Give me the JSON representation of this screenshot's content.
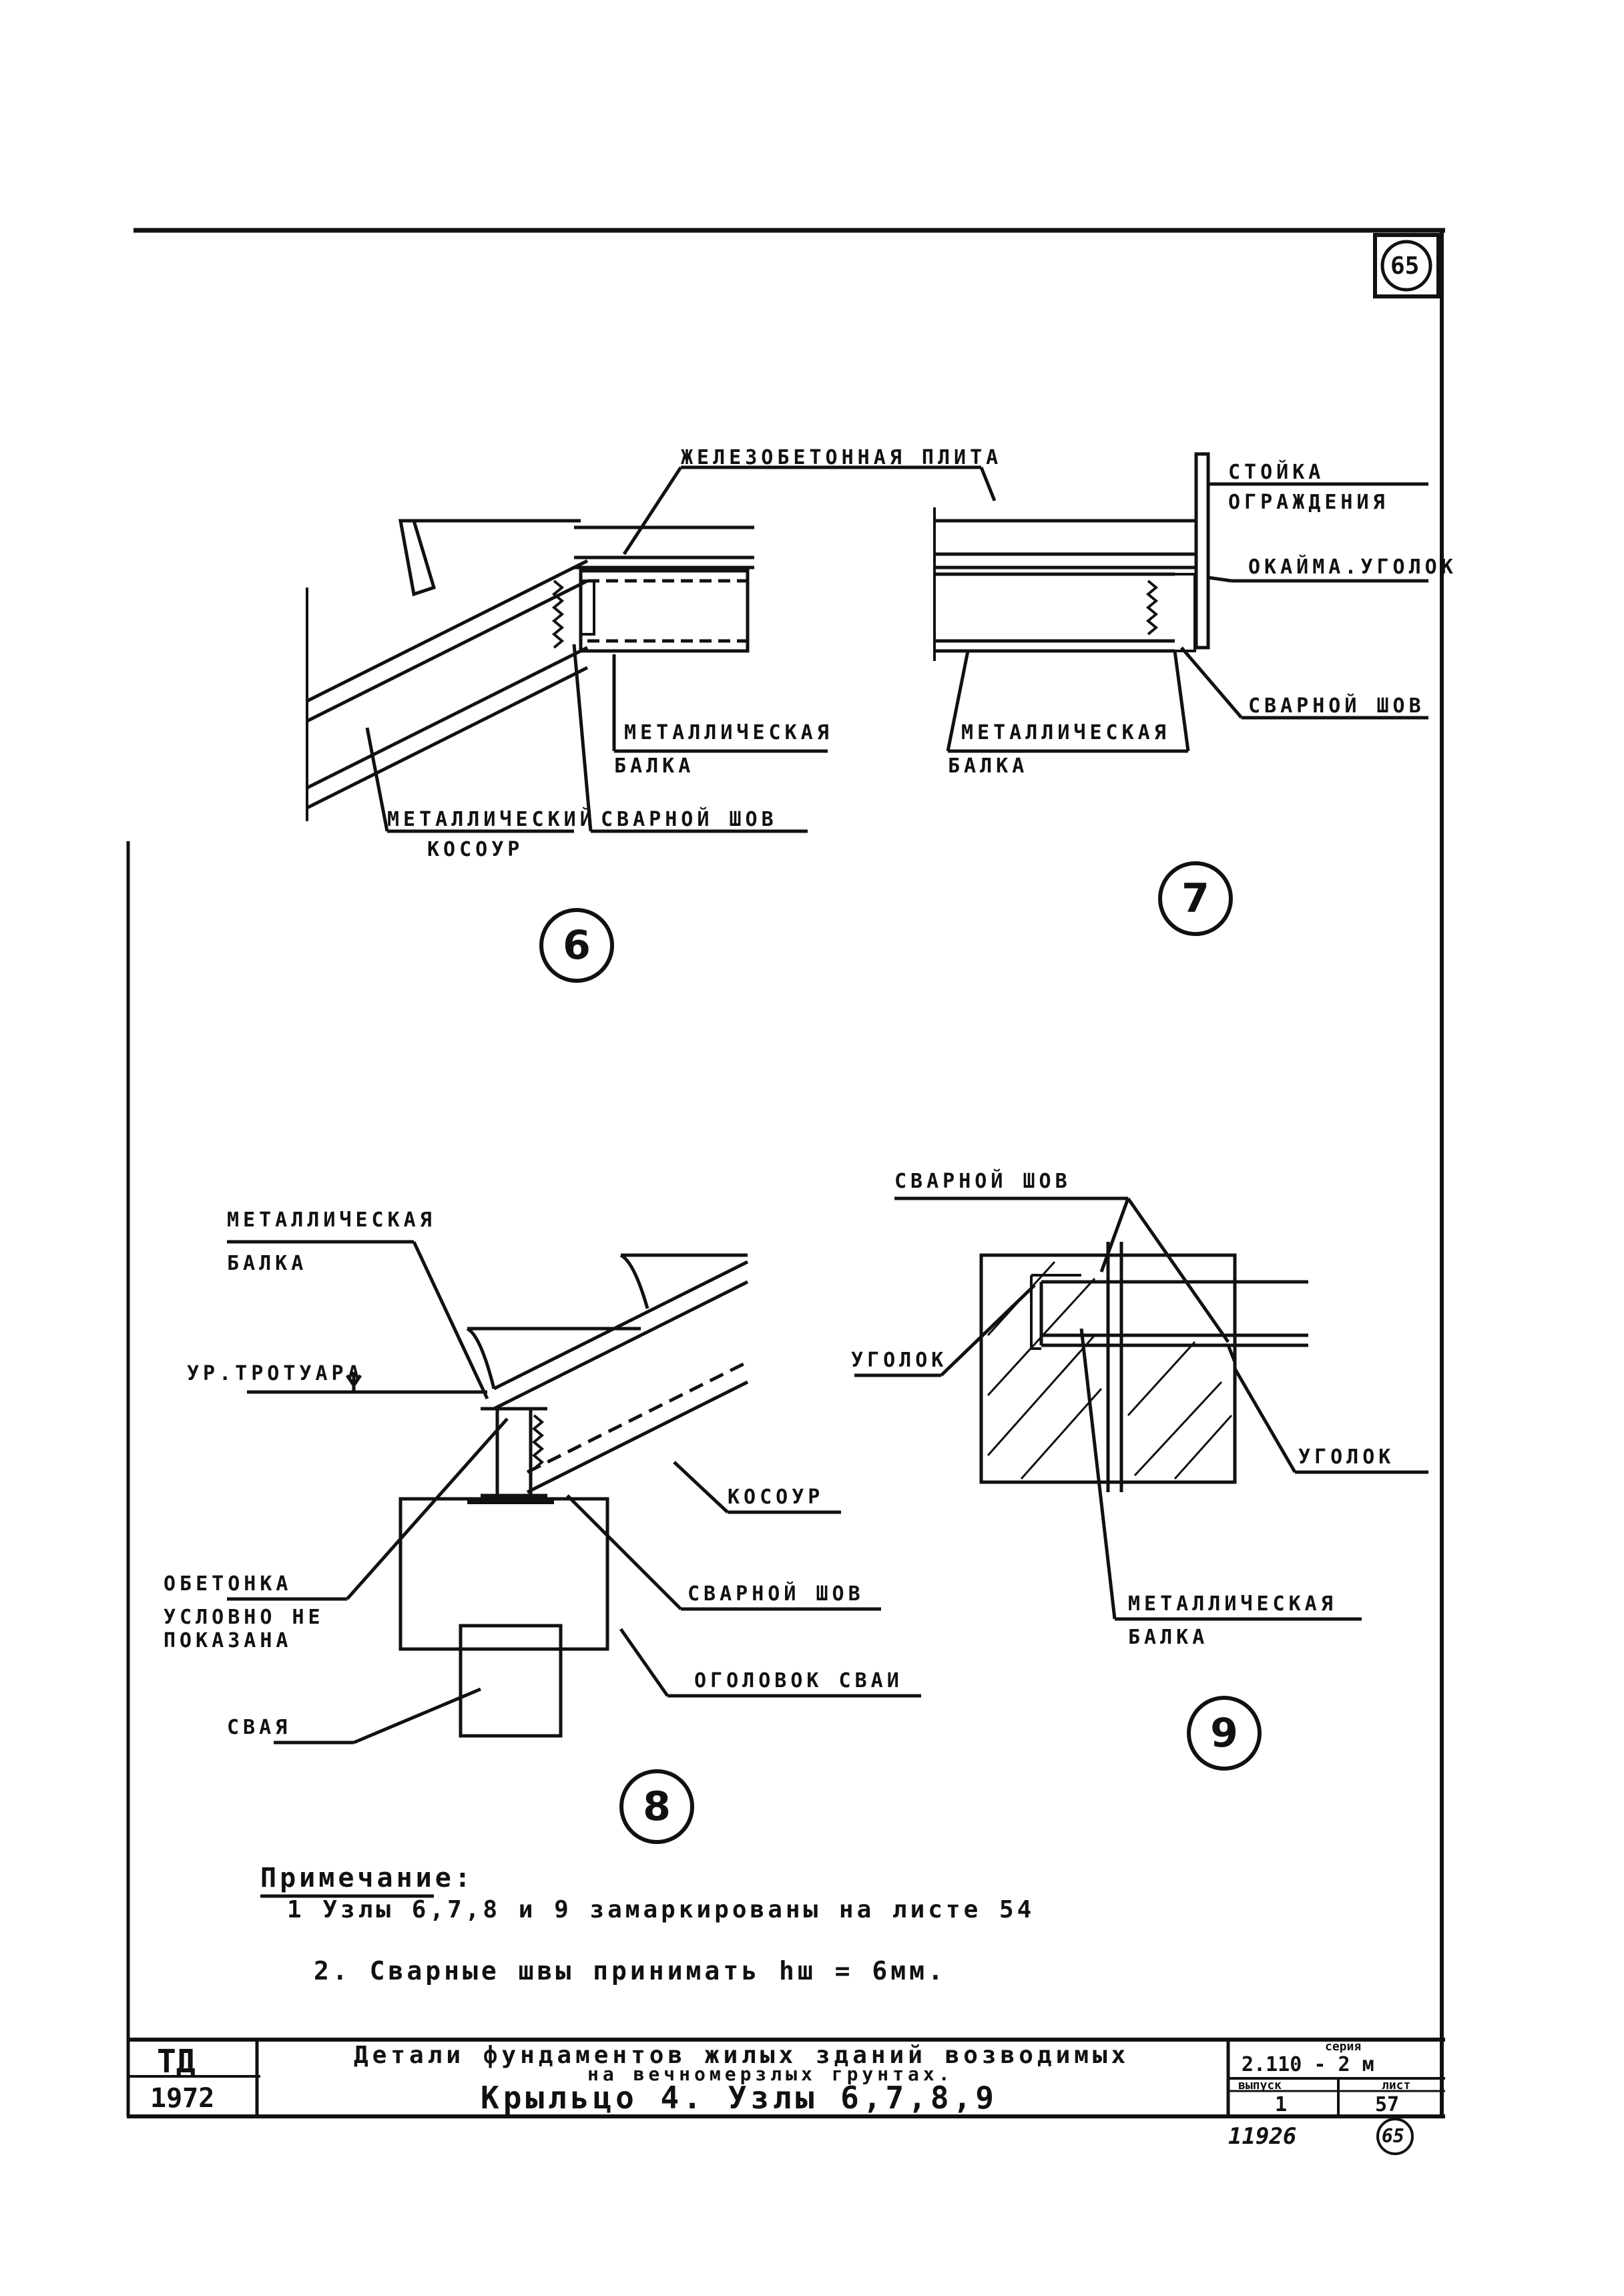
{
  "sheet_mark": "65",
  "detail6": {
    "number": "6",
    "slab_label": "ЖЕЛЕЗОБЕТОННАЯ ПЛИТА",
    "beam_label_1": "МЕТАЛЛИЧЕСКАЯ",
    "beam_label_2": "БАЛКА",
    "stringer_label_1": "МЕТАЛЛИЧЕСКИЙ",
    "stringer_label_2": "КОСОУР",
    "weld_label": "СВАРНОЙ ШОВ"
  },
  "detail7": {
    "number": "7",
    "post_label_1": "СТОЙКА",
    "post_label_2": "ОГРАЖДЕНИЯ",
    "edging_label": "ОКАЙМА.УГОЛОК",
    "weld_label": "СВАРНОЙ ШОВ",
    "beam_label_1": "МЕТАЛЛИЧЕСКАЯ",
    "beam_label_2": "БАЛКА"
  },
  "detail8": {
    "number": "8",
    "beam_label_1": "МЕТАЛЛИЧЕСКАЯ",
    "beam_label_2": "БАЛКА",
    "level_label": "УР.ТРОТУАРА",
    "stringer_label": "КОСОУР",
    "cladding_label_1": "ОБЕТОНКА",
    "cladding_label_2": "УСЛОВНО НЕ",
    "cladding_label_3": "ПОКАЗАНА",
    "weld_label": "СВАРНОЙ ШОВ",
    "cap_label": "ОГОЛОВОК СВАИ",
    "pile_label": "СВАЯ"
  },
  "detail9": {
    "number": "9",
    "weld_label": "СВАРНОЙ ШОВ",
    "angle_left_label": "УГОЛОК",
    "angle_right_label": "УГОЛОК",
    "beam_label_1": "МЕТАЛЛИЧЕСКАЯ",
    "beam_label_2": "БАЛКА"
  },
  "notes": {
    "heading": "Примечание:",
    "line1": "1 Узлы 6,7,8 и 9 замаркированы на листе 54",
    "line2": "2. Сварные швы принимать hш = 6мм."
  },
  "title_block": {
    "org": "ТД",
    "year": "1972",
    "title_line1": "Детали фундаментов жилых зданий возводимых",
    "title_line2": "на вечномерзлых грунтах.",
    "subtitle": "Крыльцо 4.  Узлы 6,7,8,9",
    "series_label": "серия",
    "series_value": "2.110 - 2 м",
    "issue_label": "выпуск",
    "issue_value": "1",
    "sheet_label": "лист",
    "sheet_value": "57"
  },
  "footer": {
    "archive_number": "11926",
    "circled_mark": "65"
  }
}
